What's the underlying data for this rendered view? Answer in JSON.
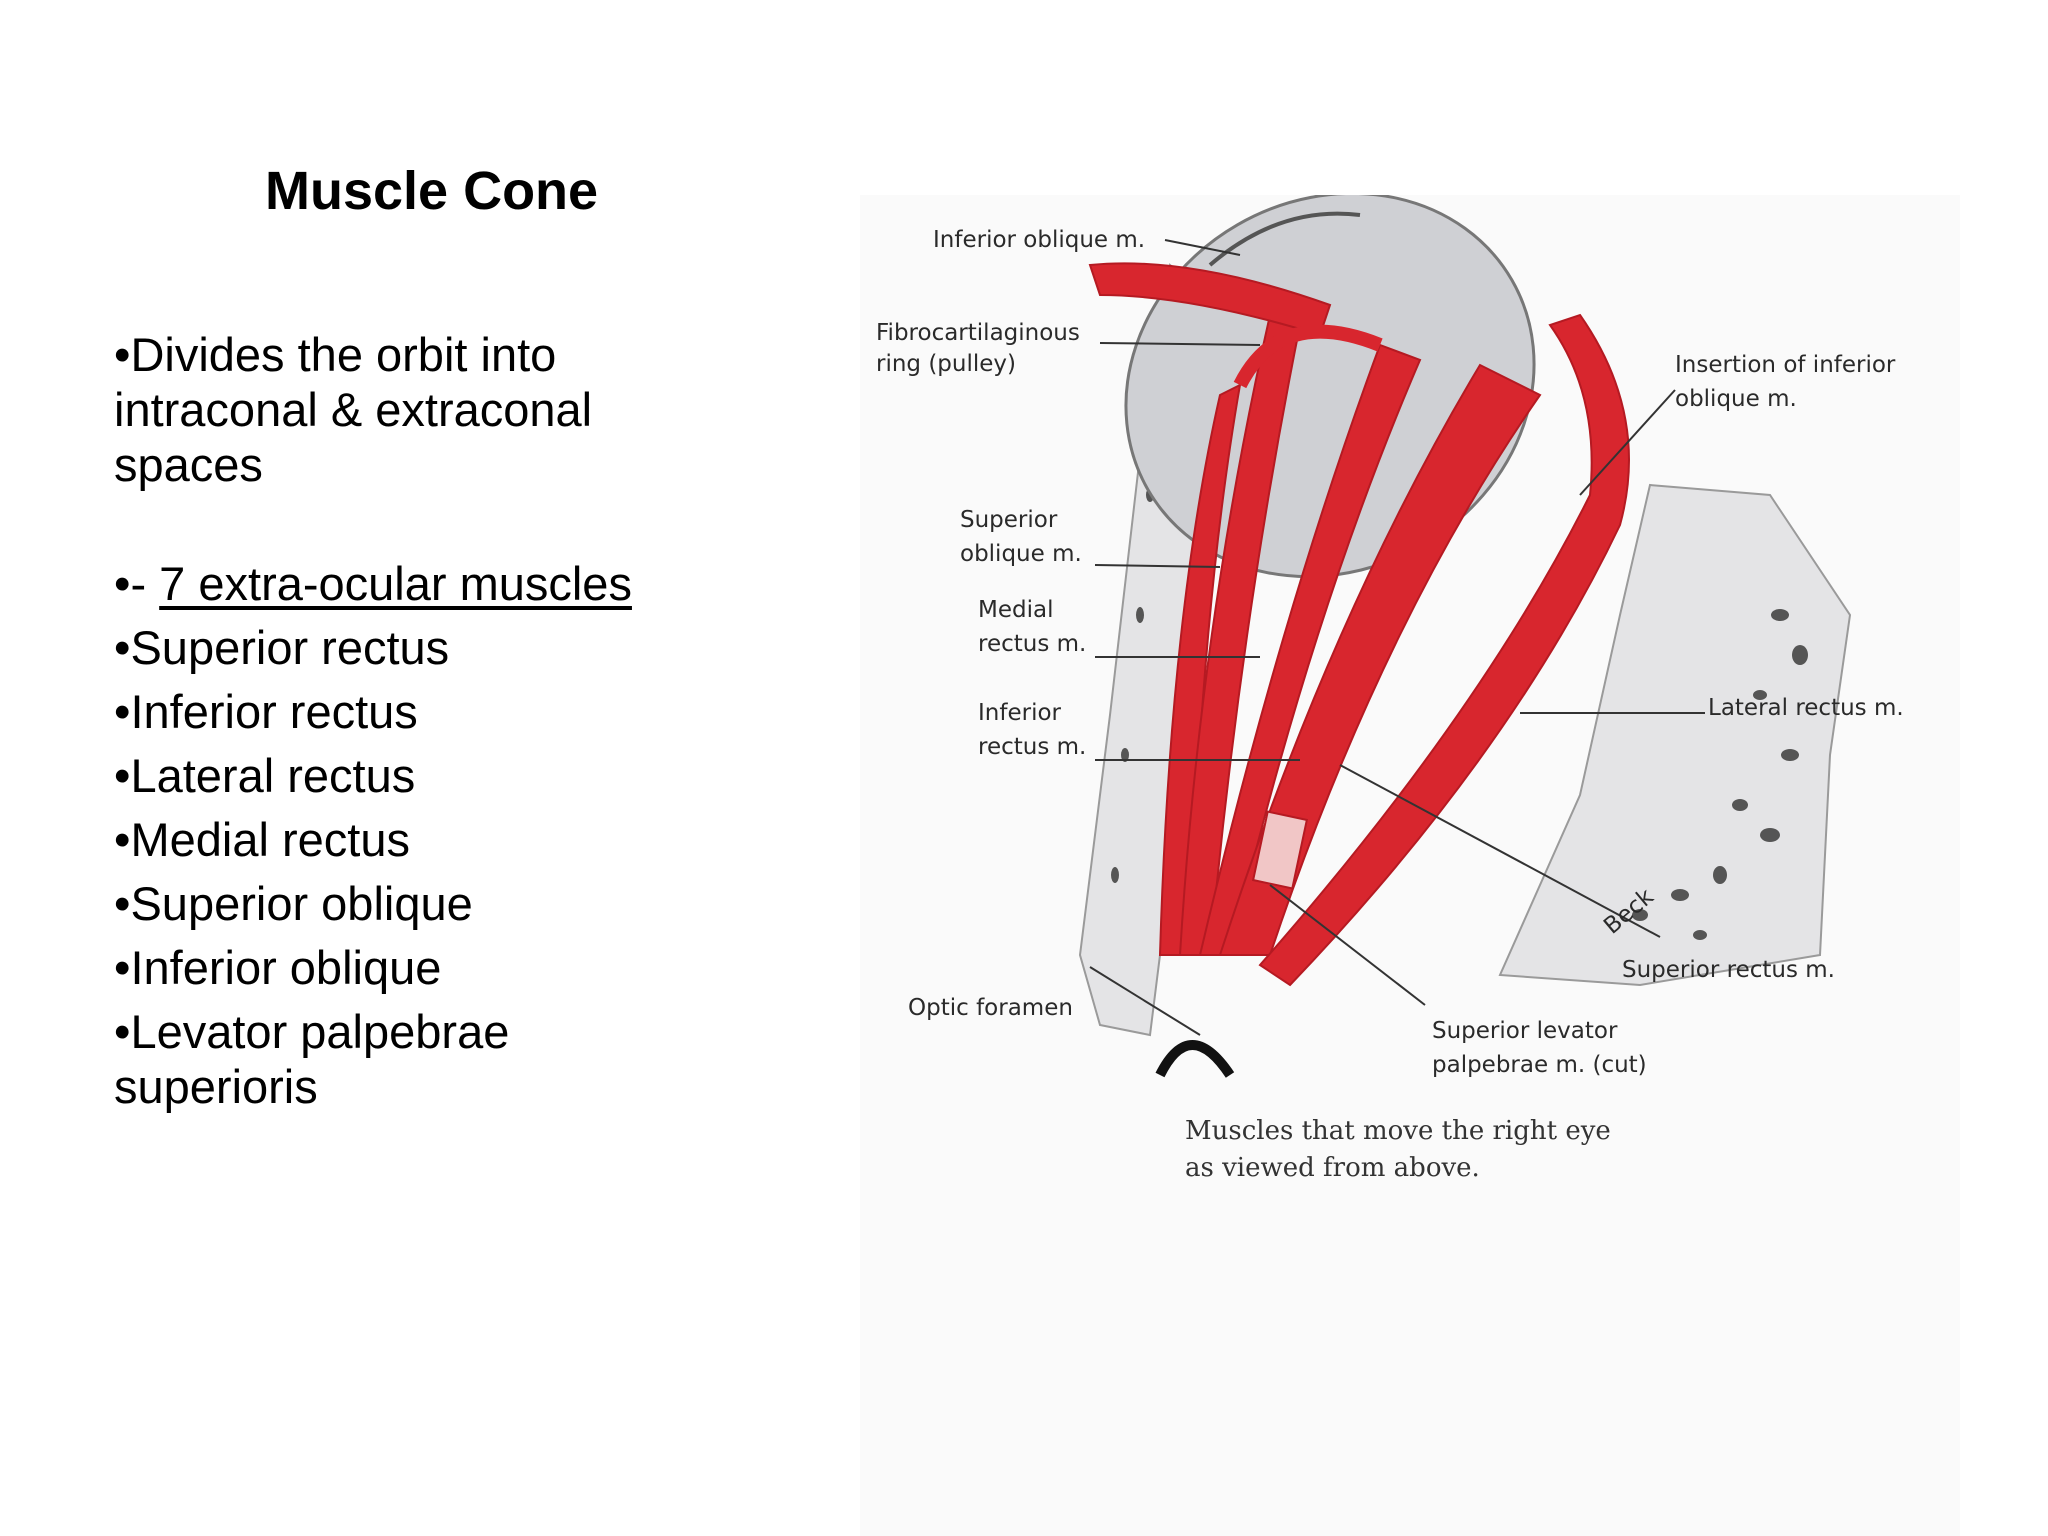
{
  "title": "Muscle Cone",
  "intro": "•Divides the orbit into intraconal & extraconal spaces",
  "list_prefix": "•- ",
  "list_heading": "7 extra-ocular muscles",
  "muscles": [
    "•Superior rectus",
    "•Inferior rectus",
    "•Lateral rectus",
    "•Medial rectus",
    "•Superior oblique",
    "•Inferior oblique",
    "•Levator palpebrae superioris"
  ],
  "figure": {
    "labels": {
      "inferior_oblique": "Inferior oblique m.",
      "fibro_1": "Fibrocartilaginous",
      "fibro_2": "ring (pulley)",
      "sup_oblique_1": "Superior",
      "sup_oblique_2": "oblique m.",
      "medial_rectus_1": "Medial",
      "medial_rectus_2": "rectus m.",
      "inferior_rectus_1": "Inferior",
      "inferior_rectus_2": "rectus m.",
      "optic_foramen": "Optic foramen",
      "insertion_1": "Insertion of inferior",
      "insertion_2": "oblique m.",
      "lateral_rectus": "Lateral rectus m.",
      "superior_rectus": "Superior rectus m.",
      "levator_1": "Superior levator",
      "levator_2": "palpebrae m. (cut)",
      "signature": "Beck"
    },
    "caption_1": "Muscles that move the right eye",
    "caption_2": "as viewed from above.",
    "colors": {
      "muscle": "#d8262e",
      "muscle_dark": "#b51a22",
      "bone": "#e4e4e6",
      "eye": "#cfd0d4"
    }
  }
}
